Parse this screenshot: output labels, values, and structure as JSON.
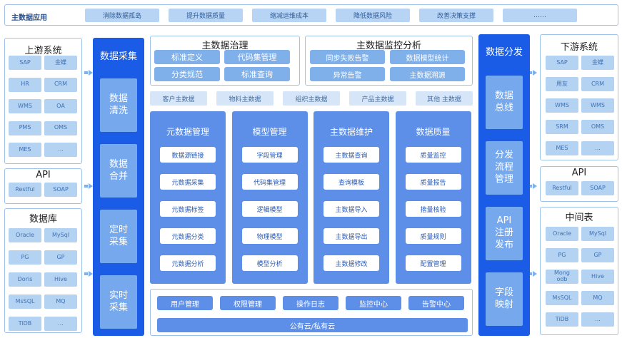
{
  "top": {
    "label": "主数据应用",
    "items": [
      "消除数据孤岛",
      "提升数据质量",
      "缩减运维成本",
      "降低数据风险",
      "改善决策支撑",
      "……"
    ]
  },
  "upstream": {
    "title": "上游系统",
    "items": [
      "SAP",
      "金蝶",
      "HR",
      "CRM",
      "WMS",
      "OA",
      "PMS",
      "OMS",
      "MES",
      "..."
    ]
  },
  "api_left": {
    "title": "API",
    "items": [
      "Restful",
      "SOAP"
    ]
  },
  "database": {
    "title": "数据库",
    "items": [
      "Oracle",
      "MySql",
      "PG",
      "GP",
      "Doris",
      "Hive",
      "MsSQL",
      "MQ",
      "TiDB",
      "..."
    ]
  },
  "collect": {
    "title": "数据采集",
    "items": [
      "数据\n清洗",
      "数据\n合并",
      "定时\n采集",
      "实时\n采集"
    ]
  },
  "governance": {
    "title": "主数据治理",
    "items": [
      "标准定义",
      "代码集管理",
      "分类规范",
      "标准查询"
    ]
  },
  "monitor": {
    "title": "主数据监控分析",
    "items": [
      "同步失败告警",
      "数据模型统计",
      "异常告警",
      "主数据溯源"
    ]
  },
  "subjects": [
    "客户主数据",
    "物料主数据",
    "组织主数据",
    "产品主数据",
    "其他 主数据"
  ],
  "columns": [
    {
      "title": "元数据管理",
      "items": [
        "数据源链接",
        "元数据采集",
        "元数据标签",
        "元数据分类",
        "元数据分析"
      ]
    },
    {
      "title": "模型管理",
      "items": [
        "字段管理",
        "代码集管理",
        "逻辑模型",
        "物理模型",
        "模型分析"
      ]
    },
    {
      "title": "主数据维护",
      "items": [
        "主数据查询",
        "查询模板",
        "主数据导入",
        "主数据导出",
        "主数据修改"
      ]
    },
    {
      "title": "数据质量",
      "items": [
        "质量监控",
        "质量报告",
        "揩量核验",
        "质量规则",
        "配置管理"
      ]
    }
  ],
  "bottom": {
    "items": [
      "用户管理",
      "权限管理",
      "操作日志",
      "监控中心",
      "告警中心"
    ],
    "cloud": "公有云/私有云"
  },
  "distribute": {
    "title": "数据分发",
    "items": [
      "数据\n总线",
      "分发\n流程\n管理",
      "API\n注册\n发布",
      "字段\n映射"
    ]
  },
  "downstream": {
    "title": "下游系统",
    "items": [
      "SAP",
      "金蝶",
      "用友",
      "CRM",
      "WMS",
      "WMS",
      "SRM",
      "OMS",
      "MES",
      "..."
    ]
  },
  "api_right": {
    "title": "API",
    "items": [
      "Restful",
      "SOAP"
    ]
  },
  "middle": {
    "title": "中间表",
    "items": [
      "Oracle",
      "MySql",
      "PG",
      "GP",
      "Mong\nodb",
      "Hive",
      "MsSQL",
      "MQ",
      "TiDB",
      "..."
    ]
  },
  "colors": {
    "dark": "#1b5ce6",
    "mid": "#5d8ee8",
    "light": "#b4d2f2"
  }
}
